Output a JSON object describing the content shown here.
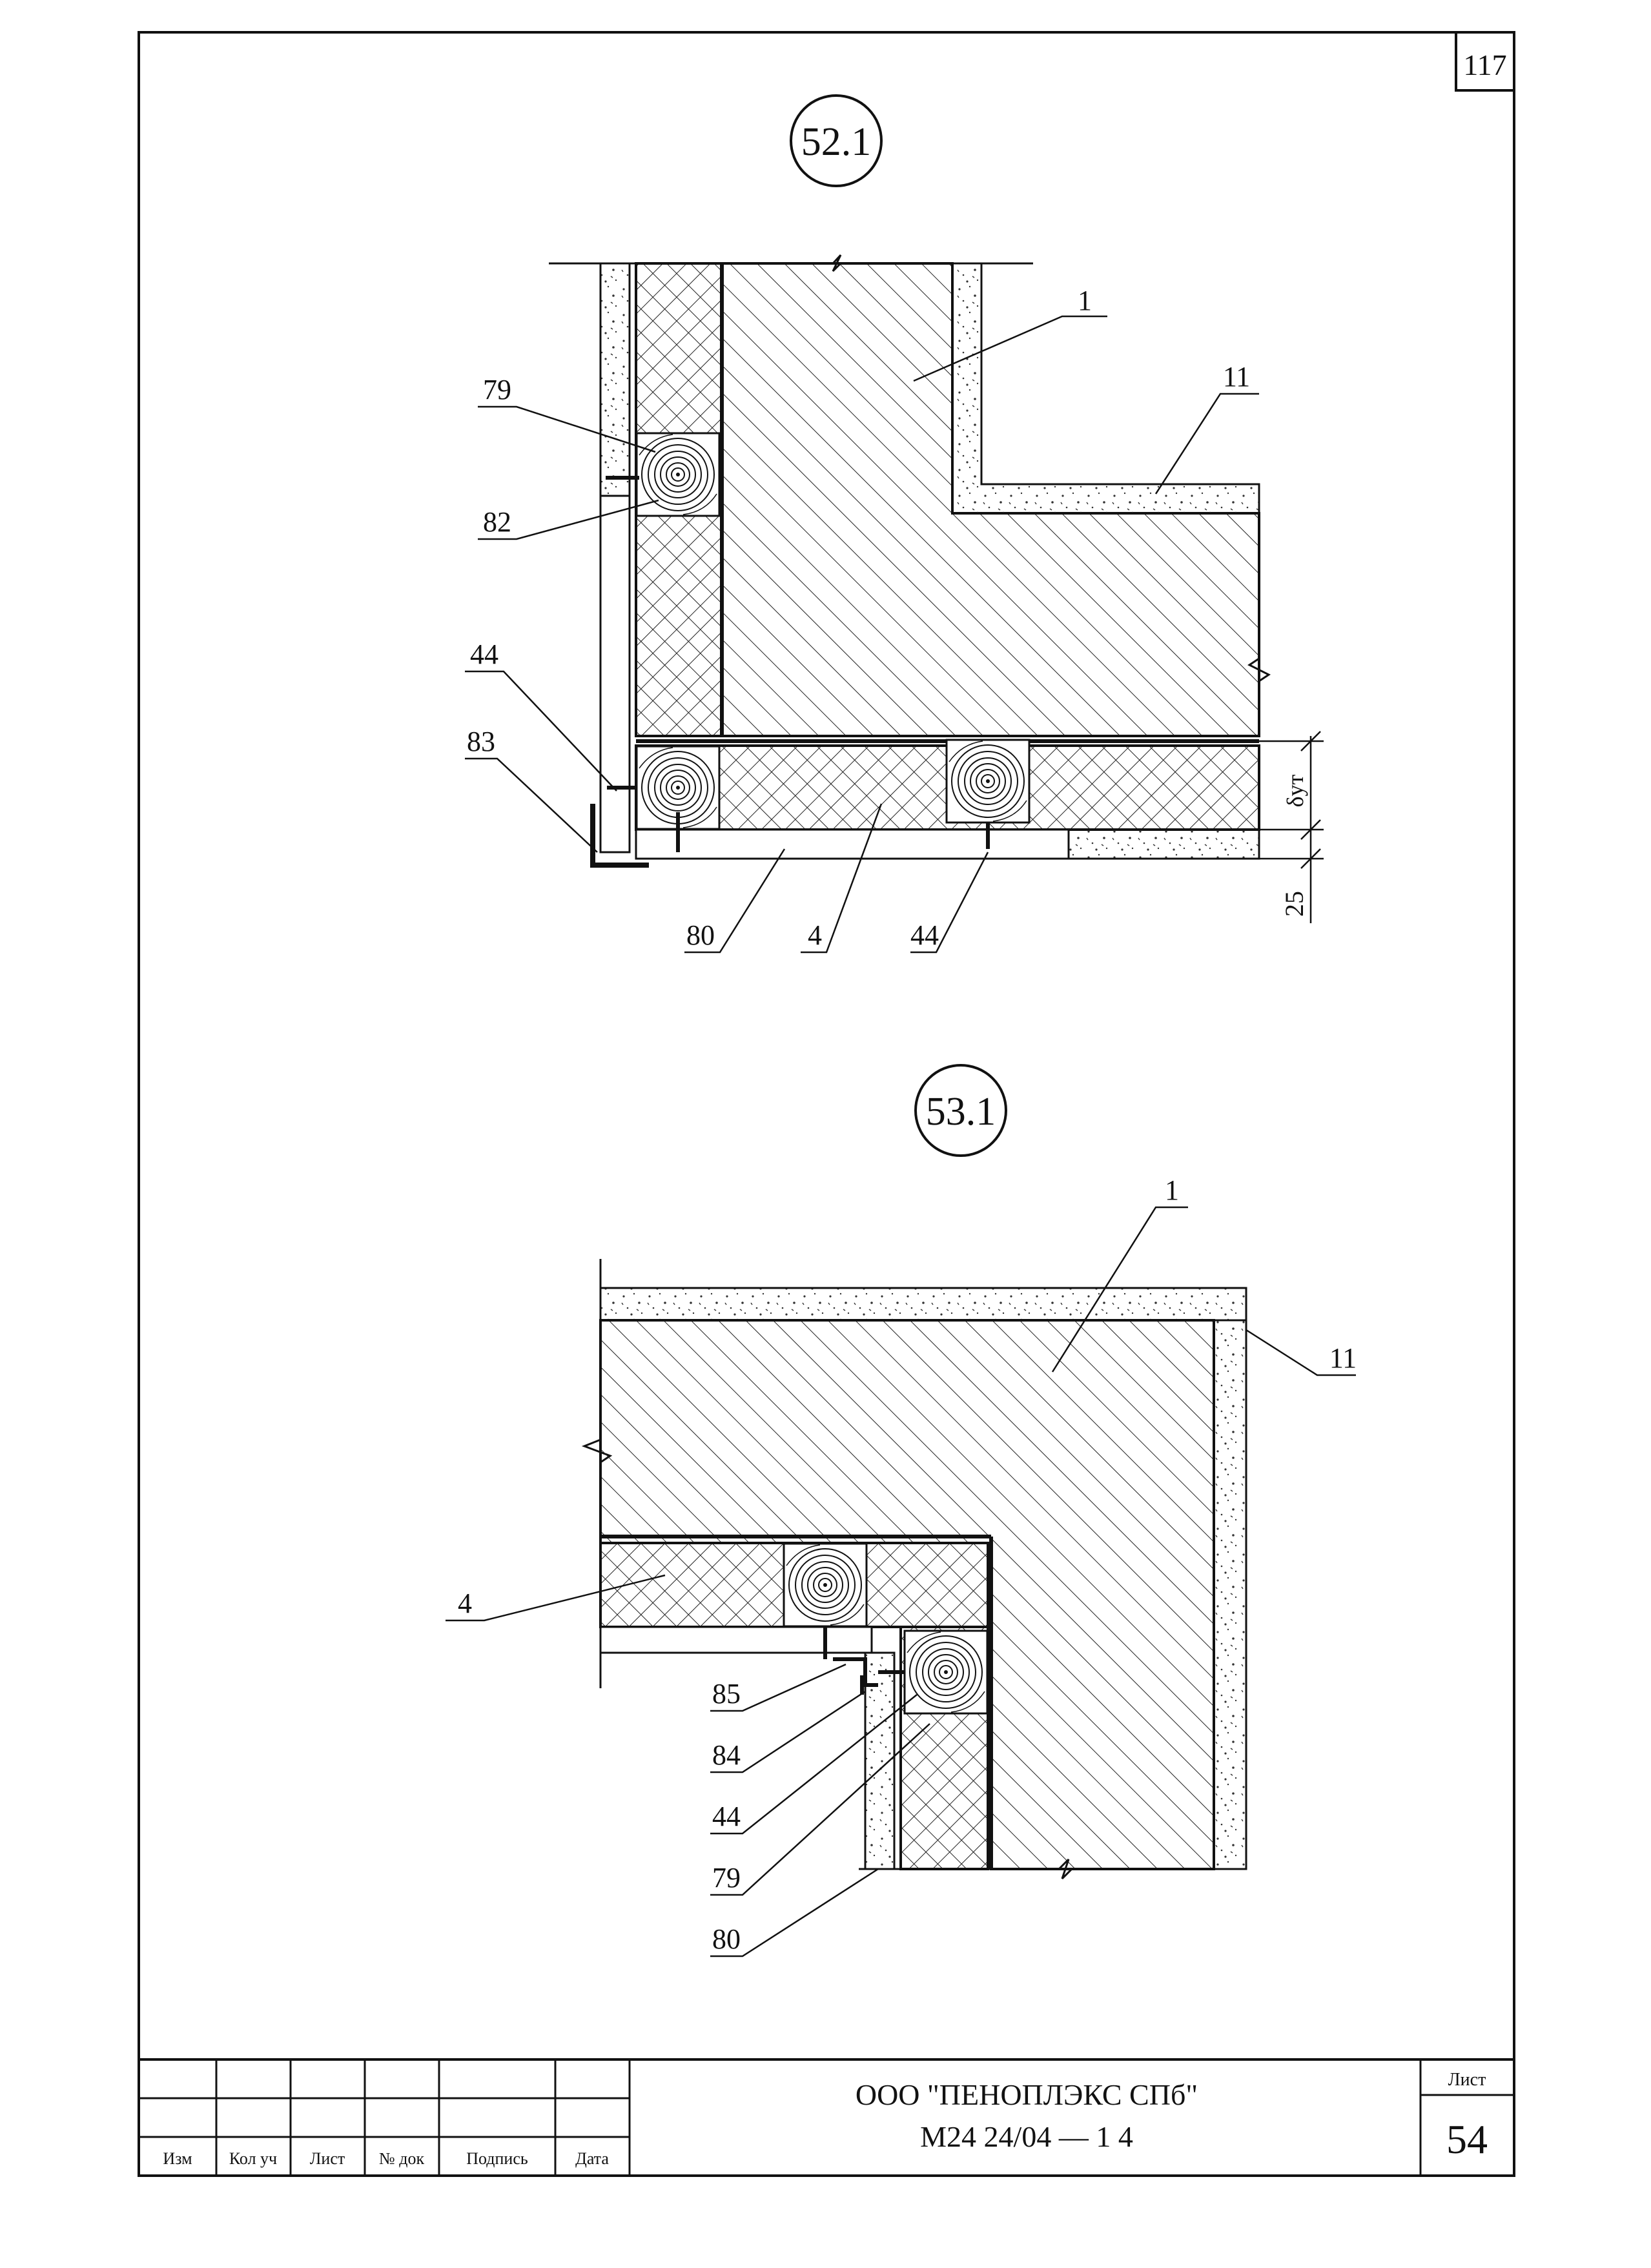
{
  "sheet": {
    "corner_number": "117",
    "sheet_label": "Лист",
    "sheet_number": "54"
  },
  "title_block": {
    "company": "ООО \"ПЕНОПЛЭКС СПб\"",
    "document_code": "М24 24/04 — 1 4",
    "columns": [
      "Изм",
      "Кол уч",
      "Лист",
      "№ док",
      "Подпись",
      "Дата"
    ]
  },
  "detail_52": {
    "title": "52.1",
    "labels": {
      "l1": "1",
      "l11": "11",
      "l79": "79",
      "l82": "82",
      "l44a": "44",
      "l83": "83",
      "l80": "80",
      "l4": "4",
      "l44b": "44"
    },
    "dims": {
      "thickness": "δут",
      "gap": "25"
    }
  },
  "detail_53": {
    "title": "53.1",
    "labels": {
      "l1": "1",
      "l11": "11",
      "l4": "4",
      "l85": "85",
      "l84": "84",
      "l44": "44",
      "l79": "79",
      "l80": "80"
    }
  }
}
